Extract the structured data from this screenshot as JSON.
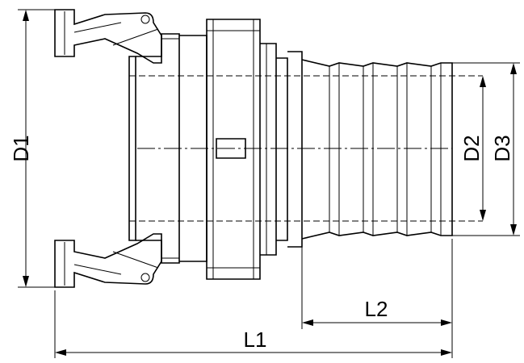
{
  "drawing": {
    "labels": {
      "d1": "D1",
      "d2": "D2",
      "d3": "D3",
      "l1": "L1",
      "l2": "L2"
    }
  }
}
